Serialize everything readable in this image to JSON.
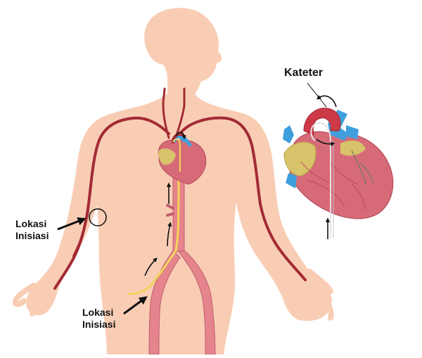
{
  "labels": {
    "catheter": "Kateter",
    "arm_site": [
      "Lokasi",
      "Inisiasi"
    ],
    "leg_site": [
      "Lokasi",
      "Inisiasi"
    ]
  },
  "colors": {
    "skin": "#F9CDB4",
    "artery": "#A32B35",
    "heart": "#D66B77",
    "heart_dark": "#B64B58",
    "vein_blue": "#3F9FDC",
    "fat_yellow": "#D9C36A",
    "catheter": "#F2D55B",
    "femoral": "#E5848C"
  }
}
